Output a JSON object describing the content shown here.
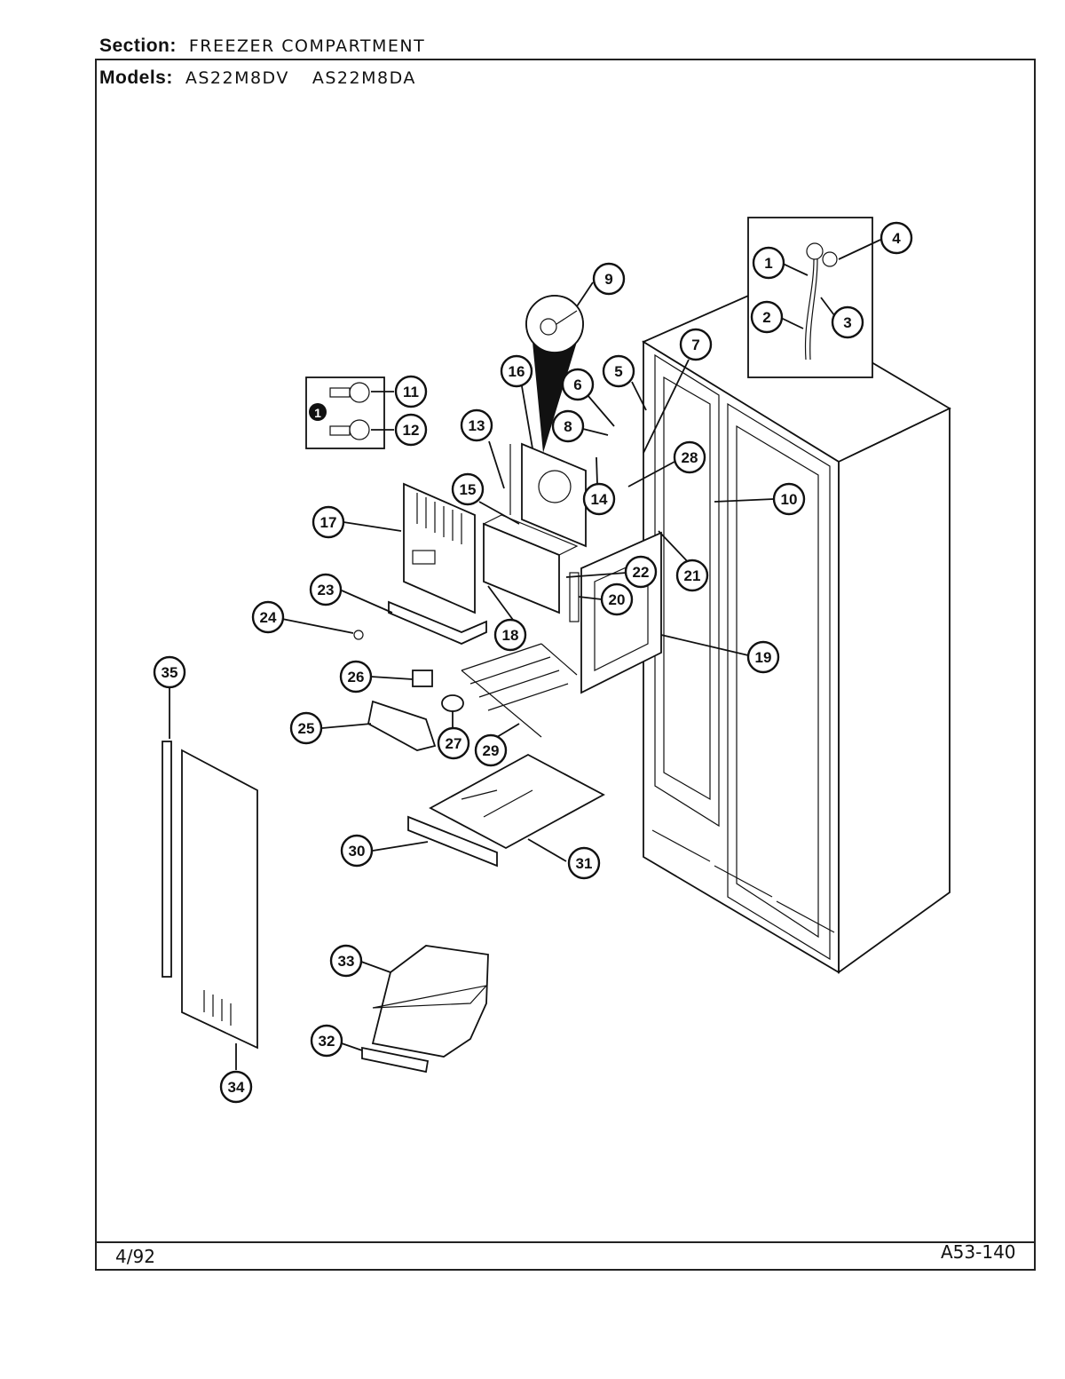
{
  "header": {
    "section_label": "Section:",
    "section_value": "FREEZER COMPARTMENT",
    "models_label": "Models:",
    "models": [
      "AS22M8DV",
      "AS22M8DA"
    ]
  },
  "footer": {
    "date": "4/92",
    "page_code": "A53-140"
  },
  "callouts": [
    {
      "id": 1,
      "label": "1"
    },
    {
      "id": 2,
      "label": "2"
    },
    {
      "id": 3,
      "label": "3"
    },
    {
      "id": 4,
      "label": "4"
    },
    {
      "id": 5,
      "label": "5"
    },
    {
      "id": 6,
      "label": "6"
    },
    {
      "id": 7,
      "label": "7"
    },
    {
      "id": 8,
      "label": "8"
    },
    {
      "id": 9,
      "label": "9"
    },
    {
      "id": 10,
      "label": "10"
    },
    {
      "id": 11,
      "label": "11"
    },
    {
      "id": 12,
      "label": "12"
    },
    {
      "id": 13,
      "label": "13"
    },
    {
      "id": 14,
      "label": "14"
    },
    {
      "id": 15,
      "label": "15"
    },
    {
      "id": 16,
      "label": "16"
    },
    {
      "id": 17,
      "label": "17"
    },
    {
      "id": 18,
      "label": "18"
    },
    {
      "id": 19,
      "label": "19"
    },
    {
      "id": 20,
      "label": "20"
    },
    {
      "id": 21,
      "label": "21"
    },
    {
      "id": 22,
      "label": "22"
    },
    {
      "id": 23,
      "label": "23"
    },
    {
      "id": 24,
      "label": "24"
    },
    {
      "id": 25,
      "label": "25"
    },
    {
      "id": 26,
      "label": "26"
    },
    {
      "id": 27,
      "label": "27"
    },
    {
      "id": 28,
      "label": "28"
    },
    {
      "id": 29,
      "label": "29"
    },
    {
      "id": 30,
      "label": "30"
    },
    {
      "id": 31,
      "label": "31"
    },
    {
      "id": 32,
      "label": "32"
    },
    {
      "id": 33,
      "label": "33"
    },
    {
      "id": 34,
      "label": "34"
    },
    {
      "id": 35,
      "label": "35"
    }
  ],
  "note_marker": "1"
}
